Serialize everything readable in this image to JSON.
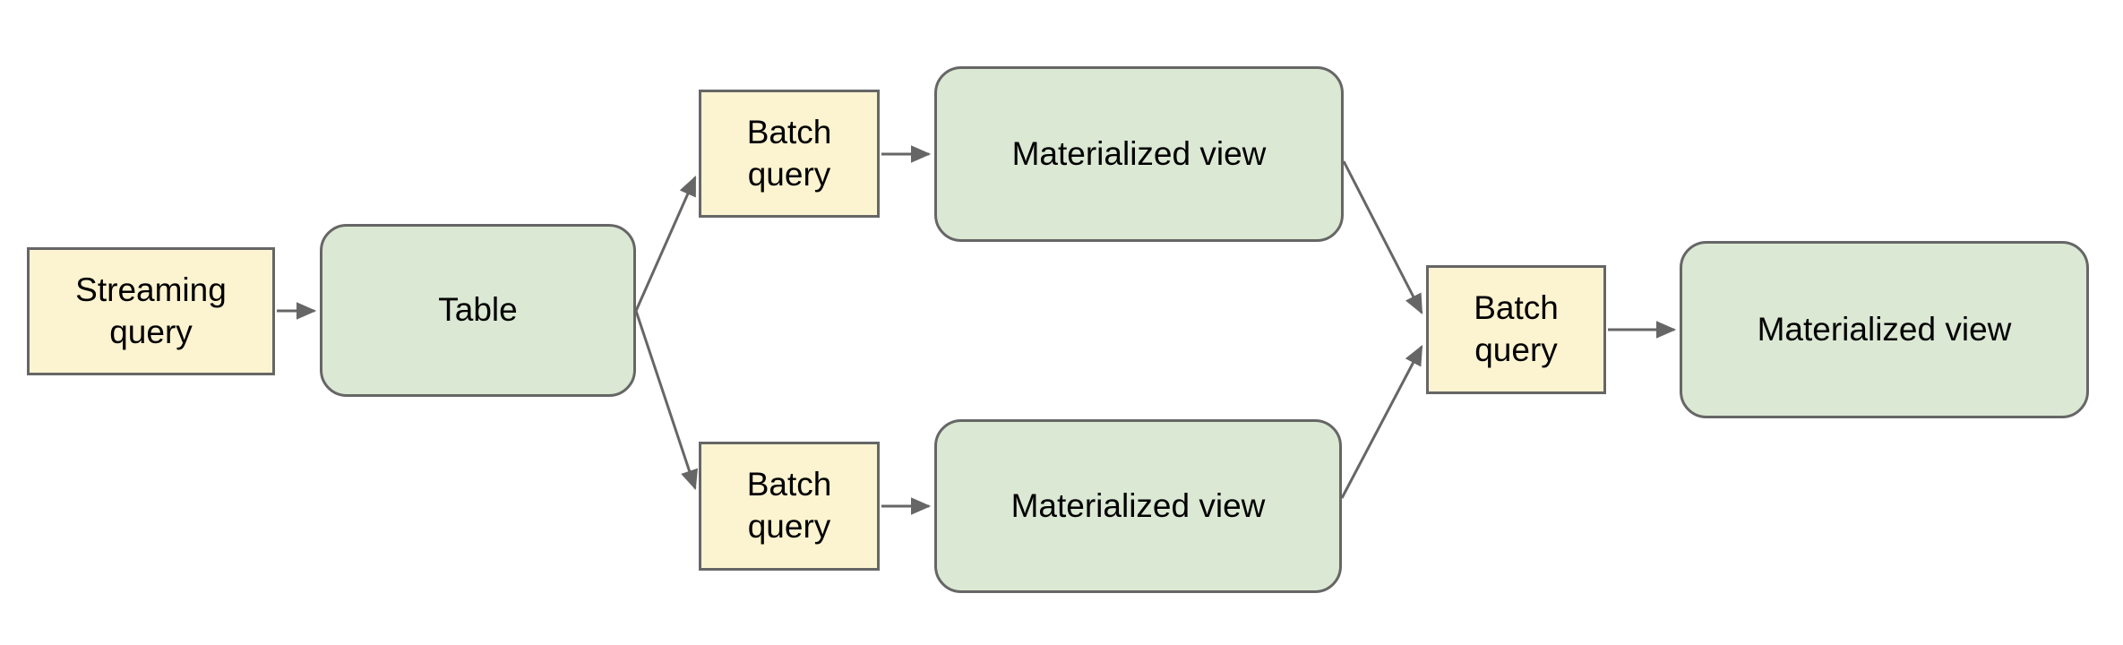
{
  "page": {
    "background": "#ffffff"
  },
  "palette": {
    "query_node_fill": "#fcf3d0",
    "view_node_fill": "#dbe8d3",
    "node_border": "#666666",
    "connector": "#666666",
    "text": "#000000"
  },
  "diagram": {
    "nodes": [
      {
        "id": "streaming-query",
        "label": "Streaming query",
        "kind": "query"
      },
      {
        "id": "table",
        "label": "Table",
        "kind": "view"
      },
      {
        "id": "batch-query-top",
        "label": "Batch query",
        "kind": "query"
      },
      {
        "id": "materialized-view-top",
        "label": "Materialized view",
        "kind": "view"
      },
      {
        "id": "batch-query-bottom",
        "label": "Batch query",
        "kind": "query"
      },
      {
        "id": "materialized-view-bottom",
        "label": "Materialized view",
        "kind": "view"
      },
      {
        "id": "batch-query-final",
        "label": "Batch query",
        "kind": "query"
      },
      {
        "id": "materialized-view-final",
        "label": "Materialized view",
        "kind": "view"
      }
    ],
    "edges": [
      {
        "from": "streaming-query",
        "to": "table"
      },
      {
        "from": "table",
        "to": "batch-query-top"
      },
      {
        "from": "batch-query-top",
        "to": "materialized-view-top"
      },
      {
        "from": "table",
        "to": "batch-query-bottom"
      },
      {
        "from": "batch-query-bottom",
        "to": "materialized-view-bottom"
      },
      {
        "from": "materialized-view-top",
        "to": "batch-query-final"
      },
      {
        "from": "materialized-view-bottom",
        "to": "batch-query-final"
      },
      {
        "from": "batch-query-final",
        "to": "materialized-view-final"
      }
    ]
  }
}
